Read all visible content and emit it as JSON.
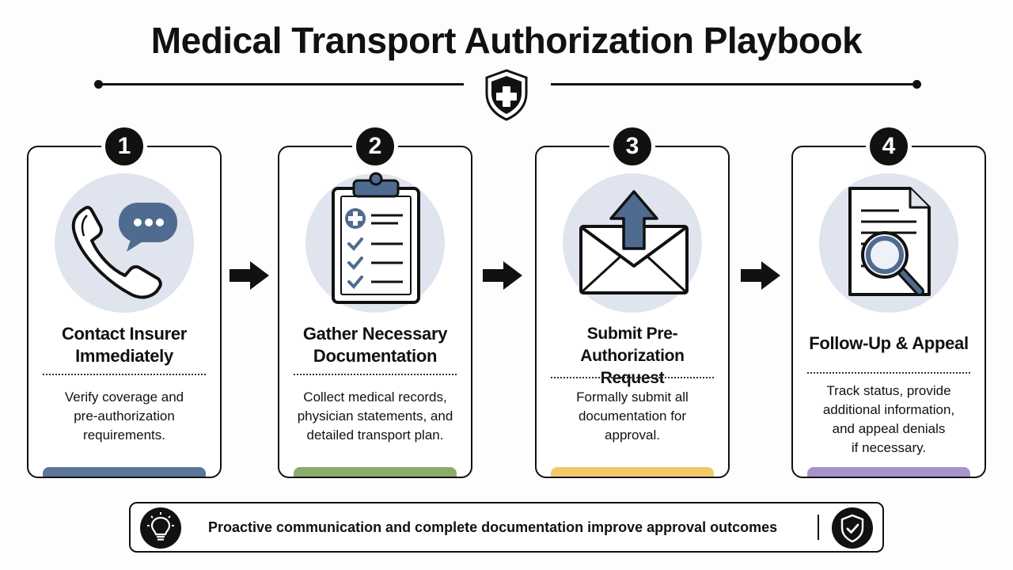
{
  "title": "Medical Transport Authorization Playbook",
  "steps": [
    {
      "number": "1",
      "title_line1": "Contact Insurer",
      "title_line2": "Immediately",
      "desc_lines": [
        "Verify coverage and",
        "pre-authorization",
        "requirements."
      ],
      "icon": "phone-chat-icon",
      "accent": "#5b7698"
    },
    {
      "number": "2",
      "title_line1": "Gather Necessary",
      "title_line2": "Documentation",
      "desc_lines": [
        "Collect medical records,",
        "physician statements, and",
        "detailed transport plan."
      ],
      "icon": "clipboard-checklist-icon",
      "accent": "#8cac6c"
    },
    {
      "number": "3",
      "title_line1": "Submit Pre-Authorization",
      "title_line2": "Request",
      "desc_lines": [
        "Formally submit all",
        "documentation for",
        "approval."
      ],
      "icon": "envelope-upload-icon",
      "accent": "#f0c968"
    },
    {
      "number": "4",
      "title_line1": "Follow-Up & Appeal",
      "desc_lines": [
        "Track status, provide",
        "additional information,",
        "and appeal denials",
        "if necessary."
      ],
      "icon": "document-search-icon",
      "accent": "#a794cc"
    }
  ],
  "footer": {
    "text": "Proactive communication and complete documentation improve approval outcomes",
    "left_icon": "lightbulb-icon",
    "right_icon": "shield-check-icon"
  },
  "colors": {
    "ink": "#111111",
    "icon_bg": "#dfe4ee",
    "icon_blue": "#4f6b8f"
  }
}
